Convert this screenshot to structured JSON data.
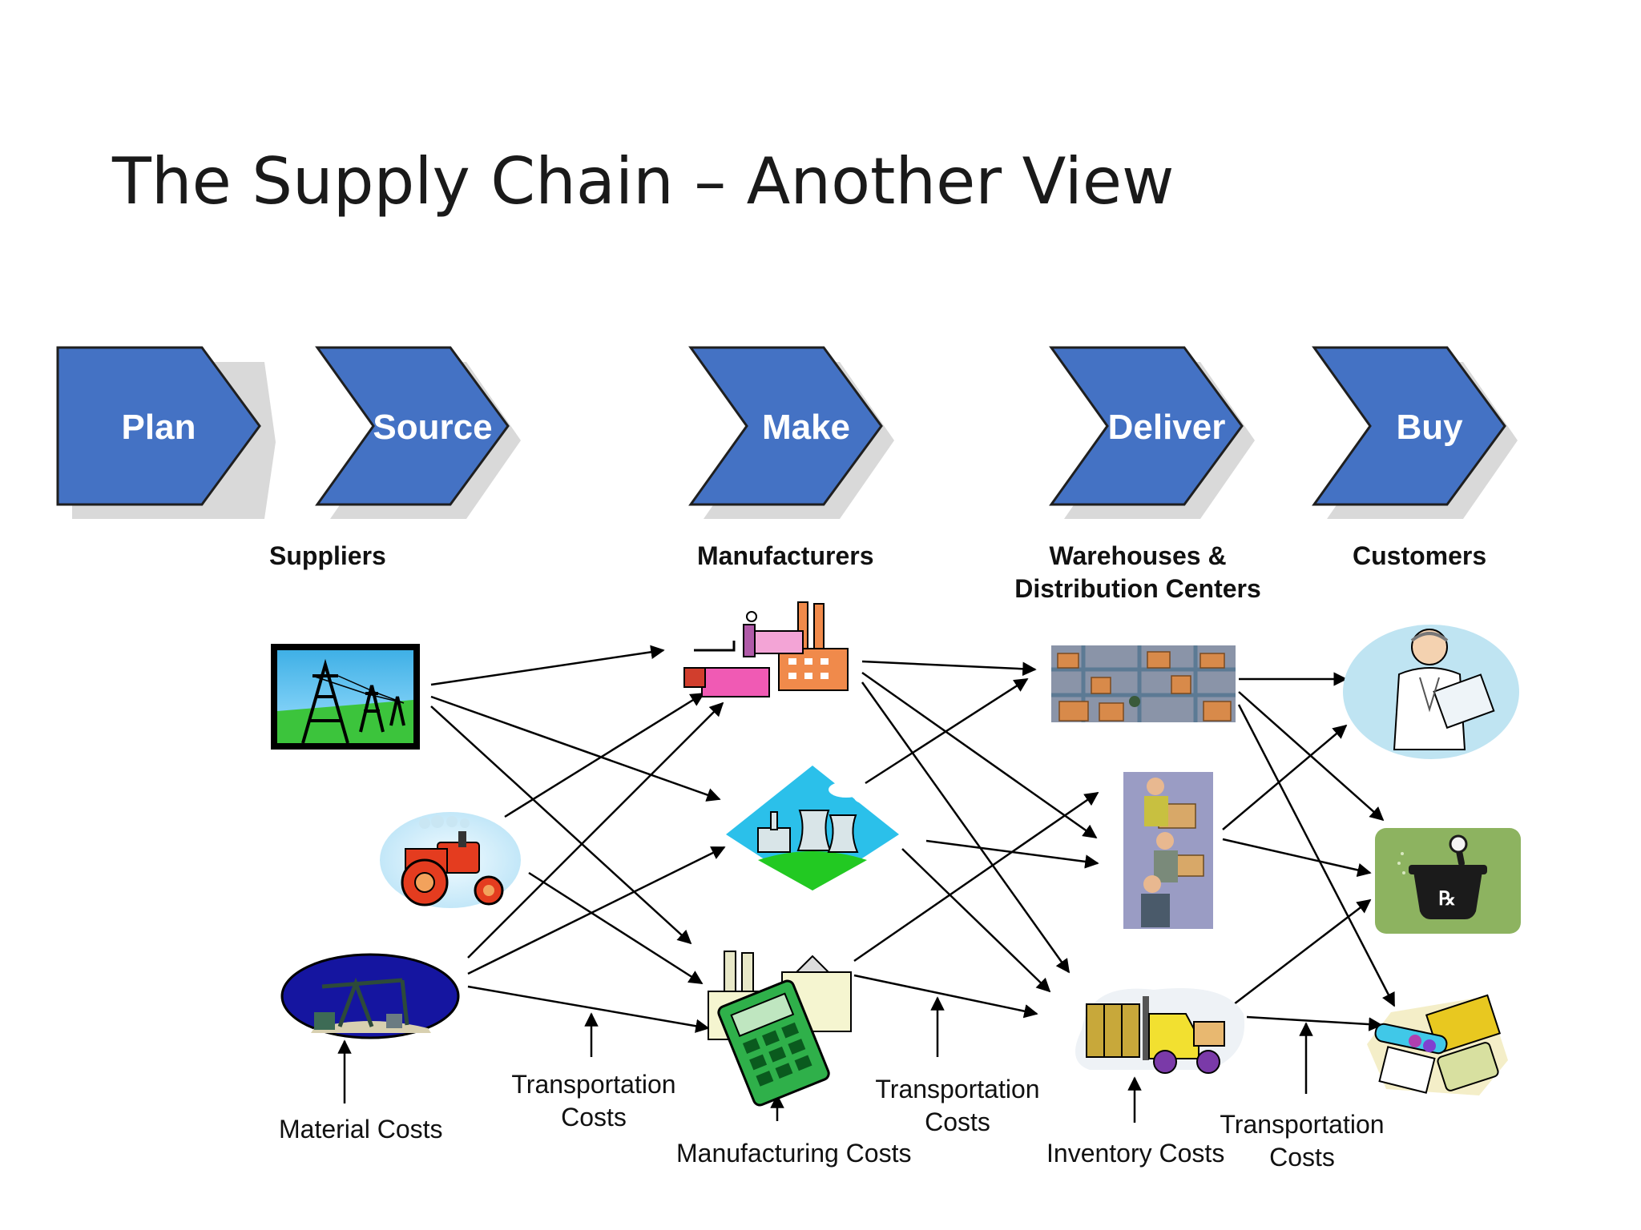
{
  "slide": {
    "title": "The Supply Chain – Another View"
  },
  "stages": [
    {
      "id": "plan",
      "label": "Plan"
    },
    {
      "id": "source",
      "label": "Source"
    },
    {
      "id": "make",
      "label": "Make"
    },
    {
      "id": "deliver",
      "label": "Deliver"
    },
    {
      "id": "buy",
      "label": "Buy"
    }
  ],
  "columns": {
    "suppliers": "Suppliers",
    "manufacturers": "Manufacturers",
    "warehouses_line1": "Warehouses &",
    "warehouses_line2": "Distribution Centers",
    "customers": "Customers"
  },
  "nodes": {
    "suppliers": [
      "power-lines-icon",
      "tractor-icon",
      "oil-pump-icon"
    ],
    "manufacturers": [
      "factory-icon",
      "power-plant-icon",
      "calculator-factory-icon"
    ],
    "warehouses": [
      "warehouse-shelves-icon",
      "workers-boxes-icon",
      "forklift-icon"
    ],
    "customers": [
      "doctor-icon",
      "pharmacy-mortar-icon",
      "medicine-icon"
    ]
  },
  "costs": {
    "material": "Material Costs",
    "transport1_line1": "Transportation",
    "transport1_line2": "Costs",
    "manufacturing": "Manufacturing Costs",
    "transport2_line1": "Transportation",
    "transport2_line2": "Costs",
    "inventory": "Inventory Costs",
    "transport3_line1": "Transportation",
    "transport3_line2": "Costs"
  },
  "colors": {
    "chevron_fill": "#4472C4",
    "chevron_stroke": "#1f1f1f",
    "chevron_shadow": "#d9d9d9",
    "arrow": "#000000",
    "pharmacy_green": "#8DB360"
  }
}
